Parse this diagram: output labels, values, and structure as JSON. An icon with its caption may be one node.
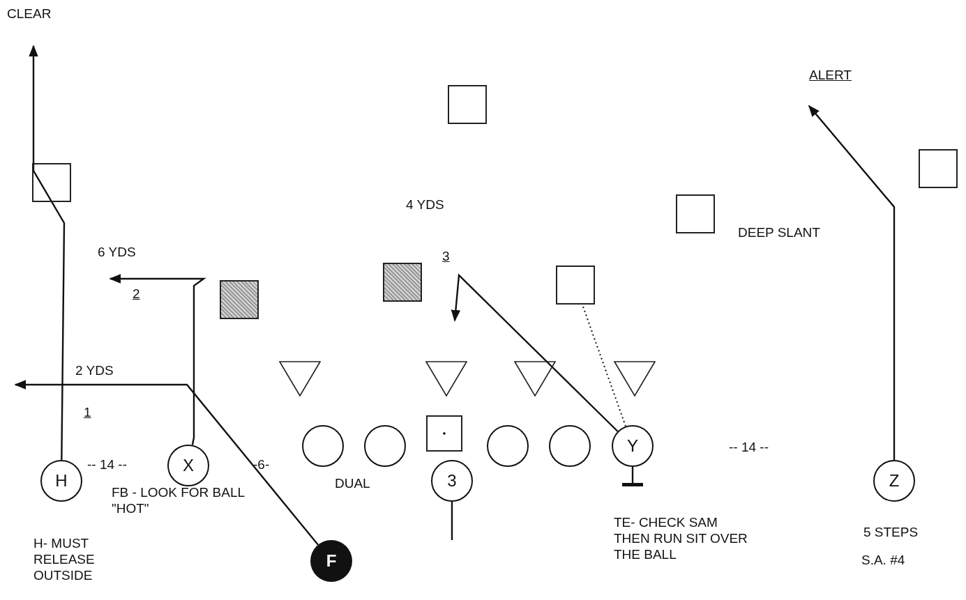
{
  "diagram": {
    "nodes": [
      {
        "text": [],
        "shape": "box"
      },
      {
        "text": [],
        "shape": "box"
      },
      {
        "text": [],
        "shape": "box"
      },
      {
        "text": [],
        "shape": "box"
      },
      {
        "text": [],
        "shape": "box"
      },
      {
        "text": [],
        "shape": "box"
      },
      {
        "text": [],
        "shape": "box"
      },
      {
        "text": [],
        "shape": "triangle"
      },
      {
        "text": [],
        "shape": "triangle"
      },
      {
        "text": [],
        "shape": "triangle"
      },
      {
        "text": [],
        "shape": "triangle"
      },
      {
        "text": [
          "X"
        ]
      },
      {
        "text": [],
        "shape": "circle"
      },
      {
        "text": [],
        "shape": "circle"
      },
      {
        "text": [],
        "shape": "box"
      },
      {
        "text": [],
        "shape": "circle"
      },
      {
        "text": [],
        "shape": "circle"
      },
      {
        "text": [
          "Y"
        ]
      },
      {
        "text": [
          "H"
        ]
      },
      {
        "text": [
          "3"
        ]
      },
      {
        "text": [
          "Z"
        ]
      },
      {
        "text": [
          "F"
        ]
      }
    ],
    "edges": [
      {
        "from": 18,
        "to": null,
        "arrow": "to"
      },
      {
        "from": 11,
        "to": null,
        "arrow": "to"
      },
      {
        "from": 21,
        "to": null,
        "arrow": "to"
      },
      {
        "from": 17,
        "to": null,
        "arrow": "to"
      },
      {
        "from": 17,
        "to": 6,
        "arrow": "none",
        "style": "dashed"
      },
      {
        "from": 17,
        "to": null,
        "arrow": "other"
      },
      {
        "from": 19,
        "to": null,
        "arrow": "none"
      },
      {
        "from": 20,
        "to": null,
        "arrow": "to"
      }
    ],
    "labels": [
      "CLEAR",
      "ALERT",
      "4 YDS",
      "DEEP SLANT",
      "6 YDS",
      "3",
      "2",
      "2 YDS",
      "1",
      "-- 14 --",
      "-6-",
      "DUAL",
      "-- 14 --",
      "FB - LOOK FOR BALL \"HOT\"",
      "H- MUST RELEASE OUTSIDE",
      "TE- CHECK SAM THEN RUN SIT OVER THE BALL",
      "5 STEPS",
      "S.A. #4"
    ]
  }
}
